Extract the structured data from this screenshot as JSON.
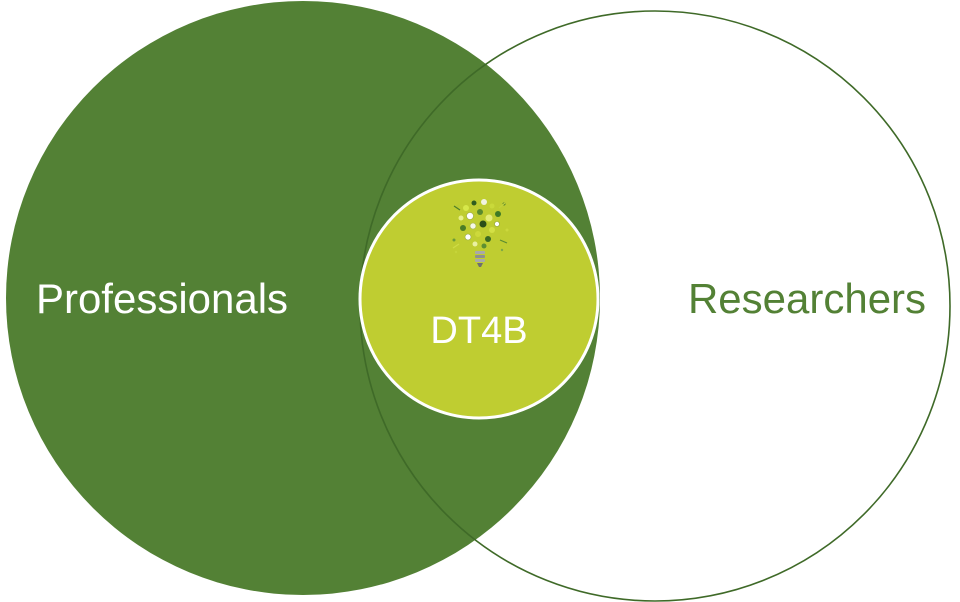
{
  "diagram": {
    "left_circle_label": "Professionals",
    "right_circle_label": "Researchers",
    "center_circle_label": "DT4B",
    "center_icon": "lightbulb-icon"
  },
  "colors": {
    "left_fill": "#538135",
    "right_stroke": "#3f6a28",
    "right_text": "#538135",
    "center_fill": "#bfcd31",
    "center_stroke": "#ffffff",
    "label_on_dark": "#ffffff"
  }
}
